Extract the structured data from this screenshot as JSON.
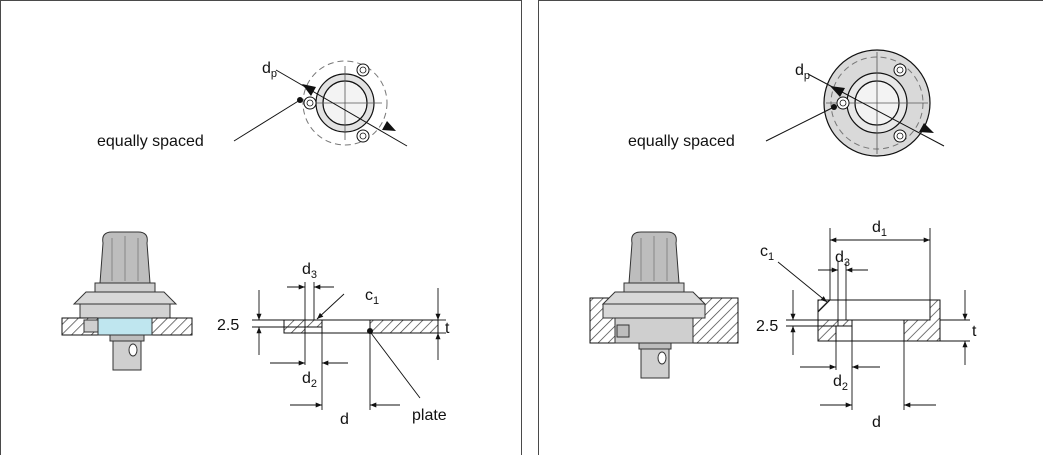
{
  "left_panel": {
    "labels": {
      "dp_main": "d",
      "dp_sub": "p",
      "equally_spaced": "equally spaced",
      "d3_main": "d",
      "d3_sub": "3",
      "c1_main": "c",
      "c1_sub": "1",
      "d2_main": "d",
      "d2_sub": "2",
      "d": "d",
      "dim_2_5": "2.5",
      "t": "t",
      "plate": "plate"
    }
  },
  "right_panel": {
    "labels": {
      "dp_main": "d",
      "dp_sub": "p",
      "equally_spaced": "equally spaced",
      "d1_main": "d",
      "d1_sub": "1",
      "c1_main": "c",
      "c1_sub": "1",
      "d3_main": "d",
      "d3_sub": "3",
      "d2_main": "d",
      "d2_sub": "2",
      "d": "d",
      "dim_2_5": "2.5",
      "t": "t"
    }
  },
  "colors": {
    "line": "#111111",
    "knob": "#bdbdbd",
    "body_metal": "#d4d4d4",
    "plate_fill": "#bfe6ef",
    "hatch": "#3a3a3a",
    "disc": "#d9d9d9"
  }
}
